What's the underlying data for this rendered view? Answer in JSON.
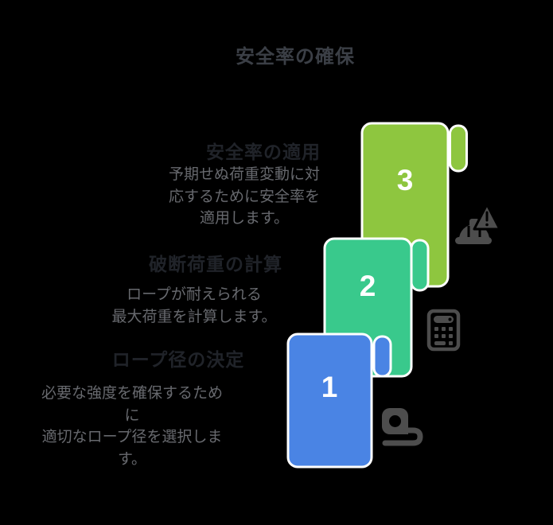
{
  "title": "安全率の確保",
  "steps": [
    {
      "number": "1",
      "heading": "ロープ径の決定",
      "description": "必要な強度を確保するために\n適切なロープ径を選択します。",
      "color": "#4A84E4",
      "icon": "tape-measure-icon"
    },
    {
      "number": "2",
      "heading": "破断荷重の計算",
      "description": "ロープが耐えられる\n最大荷重を計算します。",
      "color": "#39C98C",
      "icon": "calculator-icon"
    },
    {
      "number": "3",
      "heading": "安全率の適用",
      "description": "予期せぬ荷重変動に対\n応するために安全率を\n適用します。",
      "color": "#8EC63F",
      "icon": "helmet-warning-icon"
    }
  ],
  "colors": {
    "background": "#000000",
    "ribbon_outline": "#FFFFFF",
    "ribbon_blue": "#4A84E4",
    "ribbon_teal": "#39C98C",
    "ribbon_green": "#8EC63F",
    "title_text": "#3B3F46",
    "heading_text": "#202329",
    "description_text": "#67696E",
    "step_number_text": "#FFFFFF",
    "icon_gray": "#4D4D4D"
  }
}
